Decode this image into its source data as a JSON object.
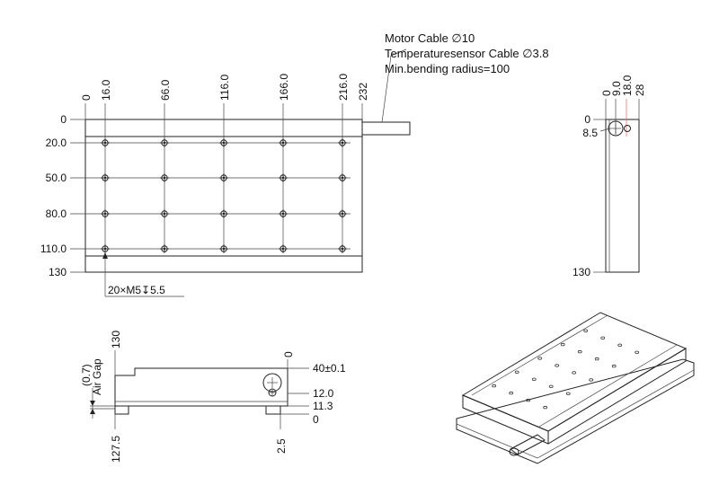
{
  "cable_notes": {
    "motor_cable": "Motor Cable ∅10",
    "temp_cable": "Temperaturesensor Cable ∅3.8",
    "bending": "Min.bending radius=100"
  },
  "top_view": {
    "x_dims": [
      "0",
      "16.0",
      "66.0",
      "116.0",
      "166.0",
      "216.0",
      "232"
    ],
    "y_dims": [
      "0",
      "20.0",
      "50.0",
      "80.0",
      "110.0",
      "130"
    ],
    "hole_note": "20×M5↧5.5"
  },
  "side_view": {
    "top_dims": [
      "0",
      "9.0",
      "18.0",
      "28"
    ],
    "dim_8_5": "8.5",
    "dim_130": "130"
  },
  "front_view": {
    "dim_130": "130",
    "dim_0": "0",
    "dim_40": "40±0.1",
    "dim_12": "12.0",
    "dim_11_3": "11.3",
    "dim_0b": "0",
    "dim_127_5": "127.5",
    "dim_2_5": "2.5",
    "air_gap": "Air Gap",
    "air_gap_val": "(0.7)"
  },
  "colors": {
    "line": "#222222",
    "center_line": "#dd6666"
  }
}
